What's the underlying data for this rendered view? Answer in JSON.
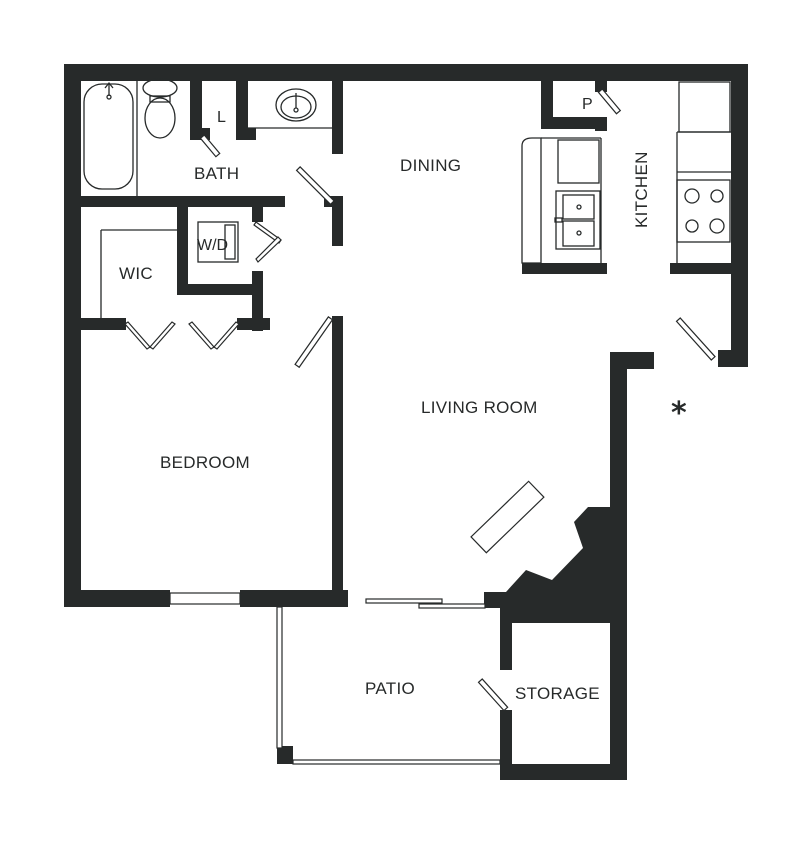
{
  "floor_plan": {
    "colors": {
      "wall": "#272a2a",
      "background": "#ffffff"
    },
    "rooms": [
      {
        "id": "bath",
        "label": "BATH"
      },
      {
        "id": "linen",
        "label": "L"
      },
      {
        "id": "dining",
        "label": "DINING"
      },
      {
        "id": "pantry",
        "label": "P"
      },
      {
        "id": "kitchen",
        "label": "KITCHEN"
      },
      {
        "id": "wic",
        "label": "WIC"
      },
      {
        "id": "washer-dryer",
        "label": "W/D"
      },
      {
        "id": "living-room",
        "label": "LIVING ROOM"
      },
      {
        "id": "bedroom",
        "label": "BEDROOM"
      },
      {
        "id": "patio",
        "label": "PATIO"
      },
      {
        "id": "storage",
        "label": "STORAGE"
      }
    ],
    "entry_marker": "*",
    "fixtures": [
      "bathtub",
      "toilet",
      "sink",
      "washer-dryer",
      "refrigerator",
      "dishwasher",
      "kitchen-sink",
      "stove",
      "fireplace"
    ]
  }
}
